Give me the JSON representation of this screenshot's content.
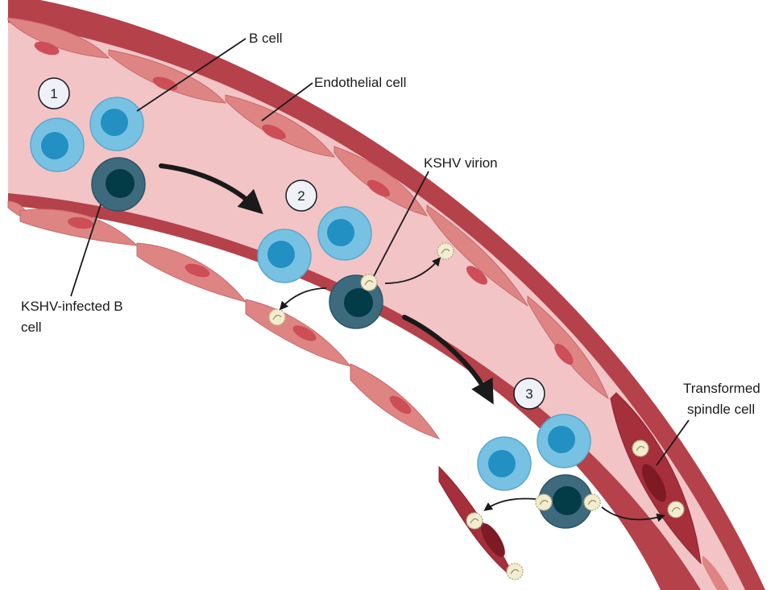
{
  "labels": {
    "b_cell": "B cell",
    "endothelial_cell": "Endothelial cell",
    "kshv_virion": "KSHV virion",
    "infected_b_cell_line1": "KSHV-infected B",
    "infected_b_cell_line2": "cell",
    "transformed_line1": "Transformed",
    "transformed_line2": "spindle cell"
  },
  "steps": [
    "1",
    "2",
    "3"
  ],
  "colors": {
    "vessel_wall": "#b5414a",
    "lumen": "#f2c4c6",
    "endothelial": "#de8584",
    "endothelial_nucleus": "#cd4e57",
    "spindle": "#a52f3b",
    "spindle_nucleus": "#7e1a24",
    "b_cell_outer": "#77c2e3",
    "b_cell_nucleus": "#2290c2",
    "infected_outer": "#3e6a7e",
    "infected_nucleus": "#033b46",
    "virion": "#f3edd0"
  }
}
